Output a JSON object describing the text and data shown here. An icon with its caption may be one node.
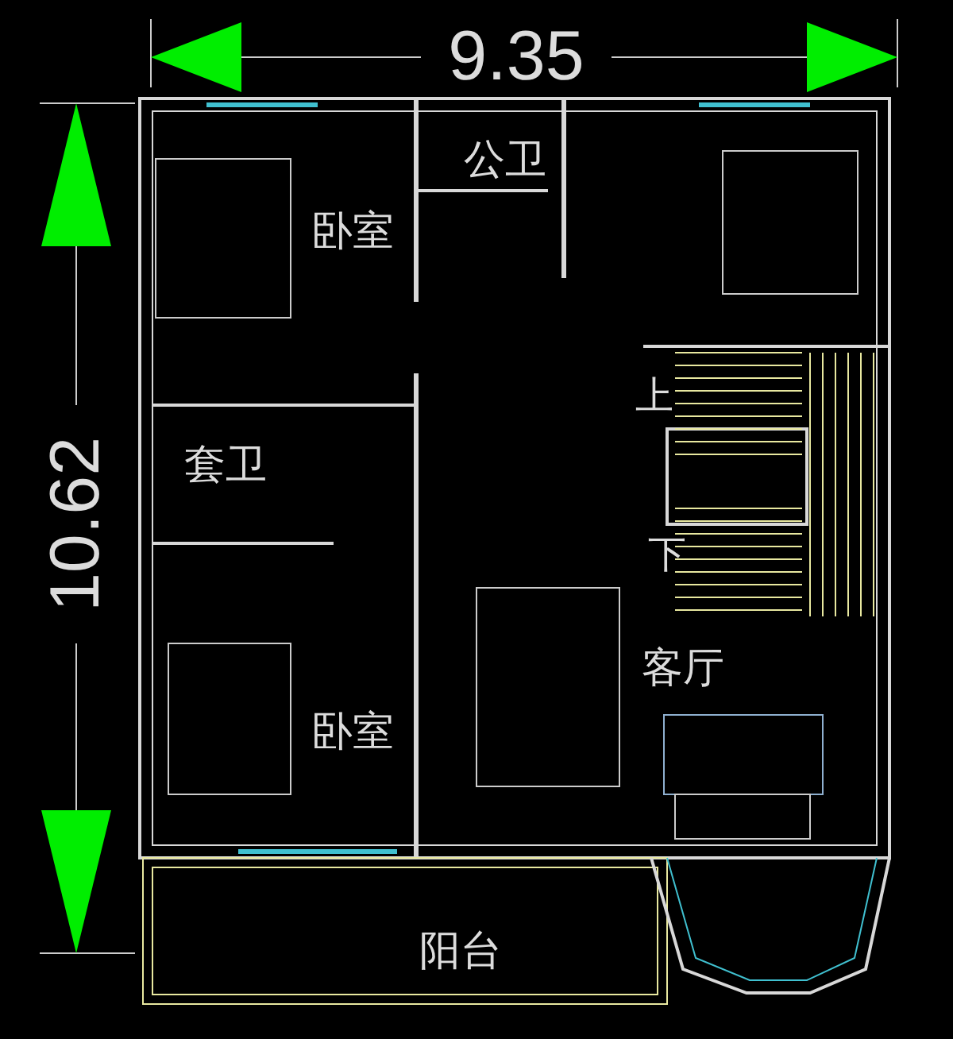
{
  "diagram": {
    "labels": [
      "9.35",
      "公卫",
      "卧室",
      "上",
      "套卫",
      "10.62",
      "下",
      "客厅",
      "卧室",
      "阳台"
    ]
  }
}
